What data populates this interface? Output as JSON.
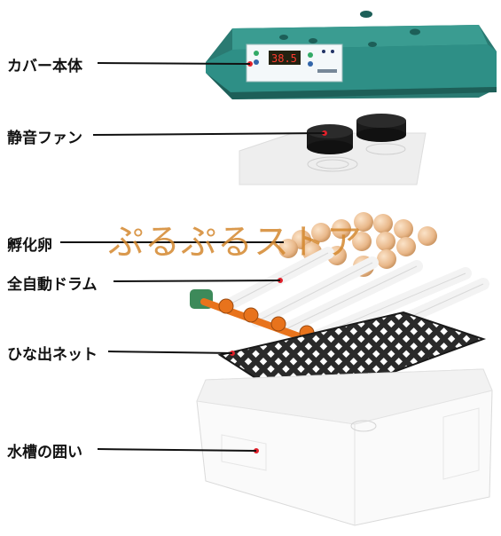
{
  "labels": {
    "cover": "カバー本体",
    "fan": "静音ファン",
    "egg": "孵化卵",
    "drum": "全自動ドラム",
    "net": "ひな出ネット",
    "tank": "水槽の囲い"
  },
  "watermark": "ぷるぷるストア",
  "display": {
    "readout": "38.5"
  },
  "colors": {
    "cover": "#2e8f86",
    "roller_gear": "#e8731c",
    "egg": "#e9b88a",
    "net": "#2a2a2a",
    "marker": "#e0202a"
  },
  "icons": [
    "fan-icon",
    "egg-icon",
    "gear-icon",
    "net-icon"
  ]
}
